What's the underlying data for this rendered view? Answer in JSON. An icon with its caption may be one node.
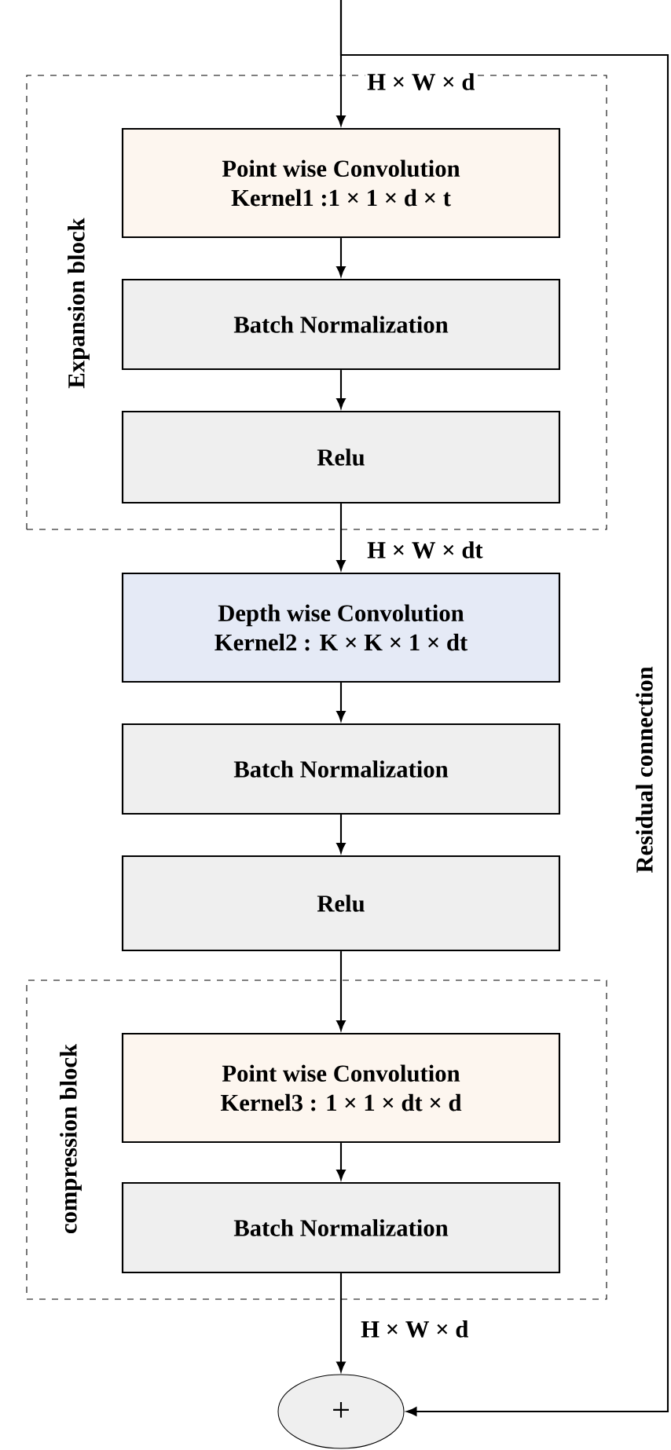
{
  "diagram": {
    "nodes": [
      {
        "text": [
          "Expansion block"
        ]
      },
      {
        "text": [
          "Point wise Convolution",
          "Kernel1 :1 × 1 × d × t"
        ],
        "in": 0
      },
      {
        "text": [
          "Batch Normalization"
        ],
        "in": 0
      },
      {
        "text": [
          "Relu"
        ],
        "in": 0
      },
      {
        "text": [
          "Depth wise Convolution",
          "Kernel2 : K × K × 1 × dt"
        ]
      },
      {
        "text": [
          "Batch Normalization"
        ]
      },
      {
        "text": [
          "Relu"
        ]
      },
      {
        "text": [
          "compression block"
        ]
      },
      {
        "text": [
          "Point wise Convolution",
          "Kernel3 : 1 × 1 × dt × d"
        ],
        "in": 7
      },
      {
        "text": [
          "Batch Normalization"
        ],
        "in": 7
      },
      {
        "text": [
          "+"
        ]
      }
    ],
    "edges": [
      {
        "from": null,
        "to": 1,
        "arrow": "to",
        "label": "H × W × d"
      },
      {
        "from": null,
        "to": 10,
        "arrow": "to",
        "label": "Residual connection"
      },
      {
        "from": 1,
        "to": 2,
        "arrow": "to"
      },
      {
        "from": 2,
        "to": 3,
        "arrow": "to"
      },
      {
        "from": 3,
        "to": 4,
        "arrow": "to",
        "label": "H × W × dt"
      },
      {
        "from": 4,
        "to": 5,
        "arrow": "to"
      },
      {
        "from": 5,
        "to": 6,
        "arrow": "to"
      },
      {
        "from": 6,
        "to": 8,
        "arrow": "to"
      },
      {
        "from": 8,
        "to": 9,
        "arrow": "to"
      },
      {
        "from": 9,
        "to": 10,
        "arrow": "to",
        "label": "H × W × d"
      }
    ]
  }
}
